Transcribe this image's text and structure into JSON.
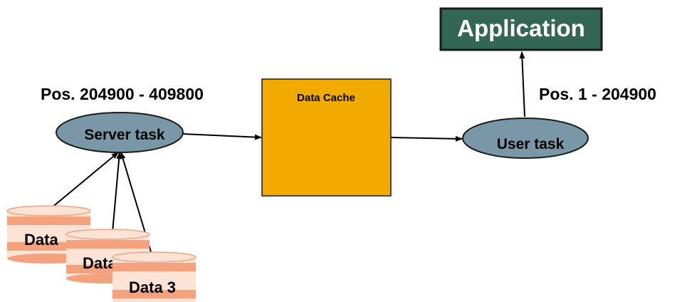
{
  "application": {
    "label": "Application",
    "fill": "#336655",
    "text_color": "#ffffff",
    "border": "#1a1a1a"
  },
  "server_task": {
    "label": "Server task",
    "range": "Pos. 204900 - 409800",
    "fill": "#7a97a8"
  },
  "user_task": {
    "label": "User task",
    "range": "Pos. 1 - 204900",
    "fill": "#7a97a8"
  },
  "data_cache": {
    "label": "Data Cache",
    "fill": "#f0aa00"
  },
  "data_sources": [
    {
      "label": "Data"
    },
    {
      "label": "Data"
    },
    {
      "label": "Data 3"
    }
  ],
  "colors": {
    "cylinder_light": "#fde3d5",
    "cylinder_band": "#f4a27e",
    "arrow": "#000000"
  }
}
